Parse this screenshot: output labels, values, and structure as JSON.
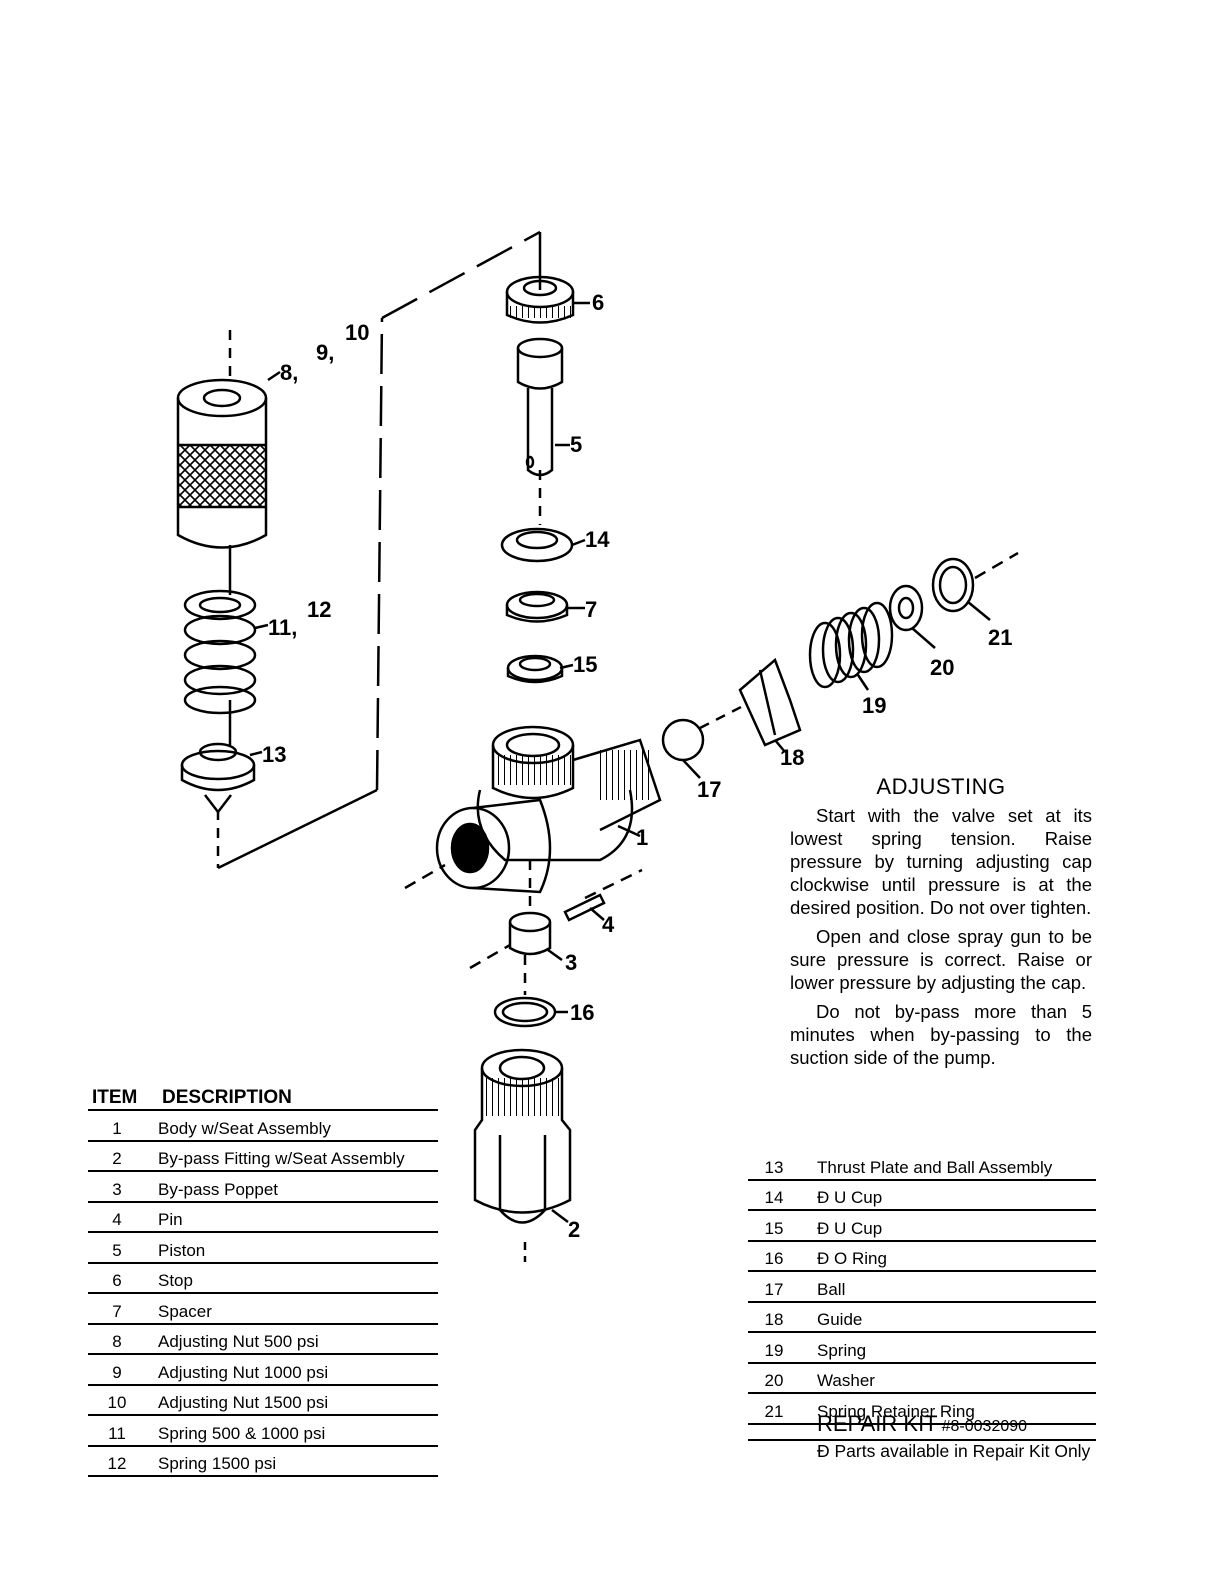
{
  "callouts": [
    "10",
    "9,",
    "8,",
    "6",
    "5",
    "14",
    "7",
    "15",
    "12",
    "11,",
    "13",
    "1",
    "4",
    "3",
    "16",
    "2",
    "17",
    "18",
    "19",
    "20",
    "21"
  ],
  "adjusting": {
    "title": "ADJUSTING",
    "paragraphs": [
      "Start with the valve set at its lowest spring tension. Raise pressure by turning adjusting cap clockwise until pressure is at the desired position. Do not over tighten.",
      "Open and close spray gun to be sure pressure is correct. Raise or lower pressure by adjusting the cap.",
      "Do not by-pass more than 5 minutes when by-passing to the suction side of the pump."
    ]
  },
  "parts_table": {
    "headers": {
      "item": "ITEM",
      "description": "DESCRIPTION"
    },
    "left": [
      {
        "item": "1",
        "description": "Body w/Seat Assembly"
      },
      {
        "item": "2",
        "description": "By-pass Fitting w/Seat Assembly"
      },
      {
        "item": "3",
        "description": "By-pass Poppet"
      },
      {
        "item": "4",
        "description": "Pin"
      },
      {
        "item": "5",
        "description": "Piston"
      },
      {
        "item": "6",
        "description": "Stop"
      },
      {
        "item": "7",
        "description": "Spacer"
      },
      {
        "item": "8",
        "description": "Adjusting Nut 500 psi"
      },
      {
        "item": "9",
        "description": "Adjusting Nut 1000 psi"
      },
      {
        "item": "10",
        "description": "Adjusting Nut 1500 psi"
      },
      {
        "item": "11",
        "description": "Spring 500 & 1000 psi"
      },
      {
        "item": "12",
        "description": "Spring 1500 psi"
      }
    ],
    "right": [
      {
        "item": "13",
        "description": "Thrust Plate and Ball Assembly"
      },
      {
        "item": "14",
        "description": "Ð U Cup"
      },
      {
        "item": "15",
        "description": "Ð U Cup"
      },
      {
        "item": "16",
        "description": "Ð O Ring"
      },
      {
        "item": "17",
        "description": "Ball"
      },
      {
        "item": "18",
        "description": "Guide"
      },
      {
        "item": "19",
        "description": "Spring"
      },
      {
        "item": "20",
        "description": "Washer"
      },
      {
        "item": "21",
        "description": "Spring Retainer Ring"
      }
    ]
  },
  "repair_kit": {
    "title": "REPAIR KIT",
    "number": "#8-0032090",
    "note": "Ð Parts available in Repair Kit Only"
  }
}
